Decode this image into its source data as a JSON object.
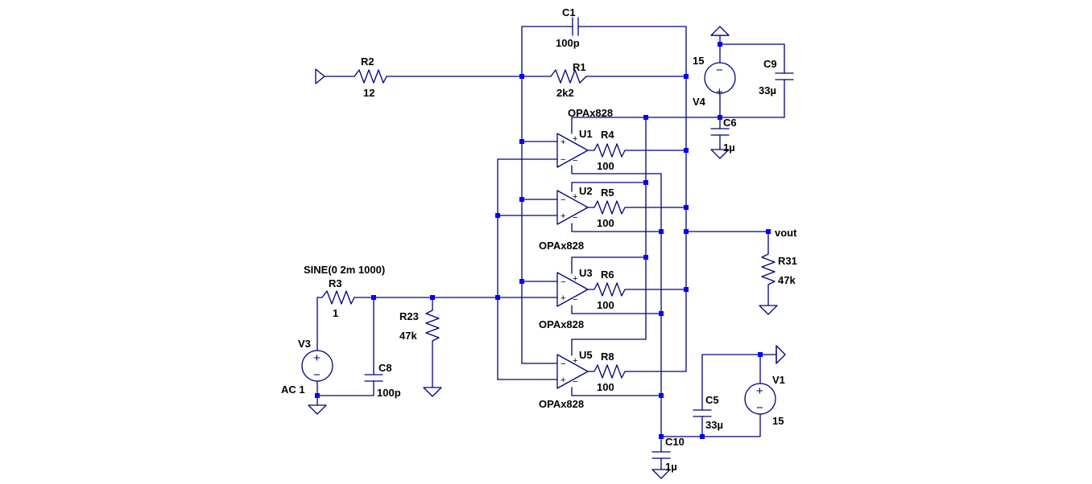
{
  "colors": {
    "background": "#ffffff",
    "wire": "#000080",
    "junction": "#0000ff",
    "label": "#000000"
  },
  "components": {
    "c1": {
      "ref": "C1",
      "value": "100p"
    },
    "r1": {
      "ref": "R1",
      "value": "2k2"
    },
    "r2": {
      "ref": "R2",
      "value": "12"
    },
    "v4": {
      "ref": "V4",
      "value": "15"
    },
    "c9": {
      "ref": "C9",
      "value": "33µ"
    },
    "c6": {
      "ref": "C6",
      "value": "1µ"
    },
    "u1": {
      "ref": "U1",
      "model": "OPAx828"
    },
    "u2": {
      "ref": "U2",
      "model": "OPAx828"
    },
    "u3": {
      "ref": "U3",
      "model": "OPAx828"
    },
    "u5": {
      "ref": "U5",
      "model": "OPAx828"
    },
    "r4": {
      "ref": "R4",
      "value": "100"
    },
    "r5": {
      "ref": "R5",
      "value": "100"
    },
    "r6": {
      "ref": "R6",
      "value": "100"
    },
    "r8": {
      "ref": "R8",
      "value": "100"
    },
    "r31": {
      "ref": "R31",
      "value": "47k"
    },
    "r3": {
      "ref": "R3",
      "value": "1"
    },
    "r23": {
      "ref": "R23",
      "value": "47k"
    },
    "v3": {
      "ref": "V3",
      "value": "AC 1",
      "source": "SINE(0 2m 1000)"
    },
    "c8": {
      "ref": "C8",
      "value": "100p"
    },
    "c5": {
      "ref": "C5",
      "value": "33µ"
    },
    "c10": {
      "ref": "C10",
      "value": "1µ"
    },
    "v1": {
      "ref": "V1",
      "value": "15"
    }
  },
  "nets": {
    "output": "vout"
  },
  "symbols": {
    "plus": "+",
    "minus": "−"
  },
  "icons": {
    "ground": "ground-icon",
    "power_flag": "power-flag-icon",
    "voltage_source": "voltage-source-icon",
    "junction": "junction-dot-icon"
  }
}
